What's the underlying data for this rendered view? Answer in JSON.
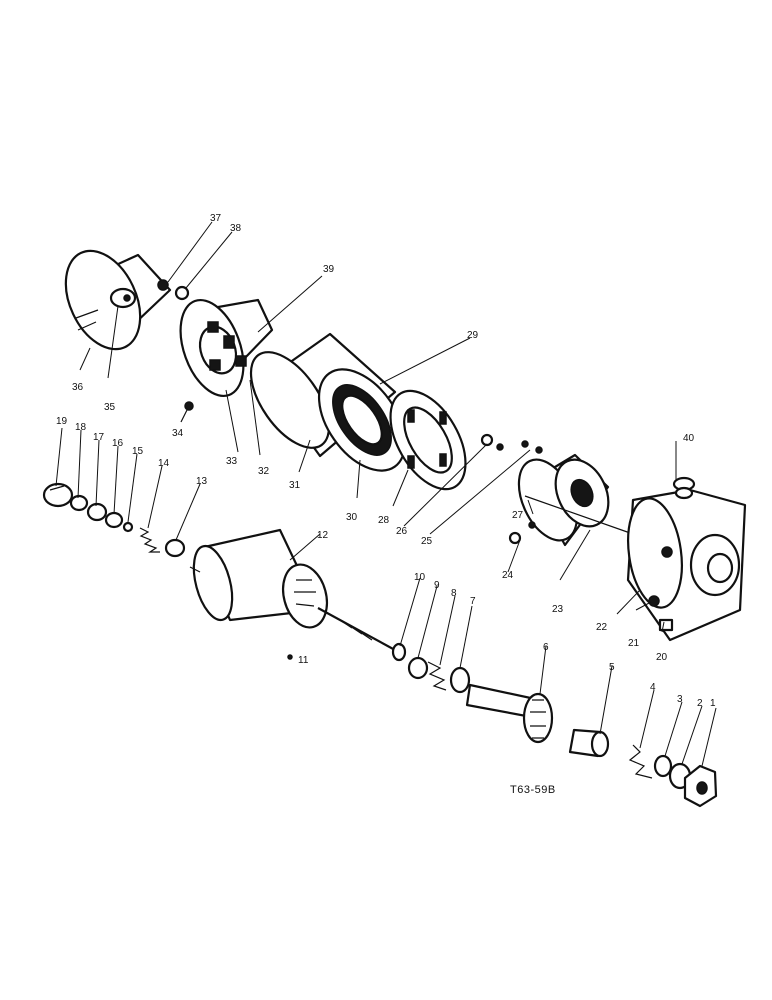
{
  "figure": {
    "code": "T63-59B",
    "callouts": [
      "1",
      "2",
      "3",
      "4",
      "5",
      "6",
      "7",
      "8",
      "9",
      "10",
      "11",
      "12",
      "13",
      "14",
      "15",
      "16",
      "17",
      "18",
      "19",
      "20",
      "21",
      "22",
      "23",
      "24",
      "25",
      "26",
      "27",
      "28",
      "29",
      "30",
      "31",
      "32",
      "33",
      "34",
      "35",
      "36",
      "37",
      "38",
      "39",
      "40"
    ]
  }
}
